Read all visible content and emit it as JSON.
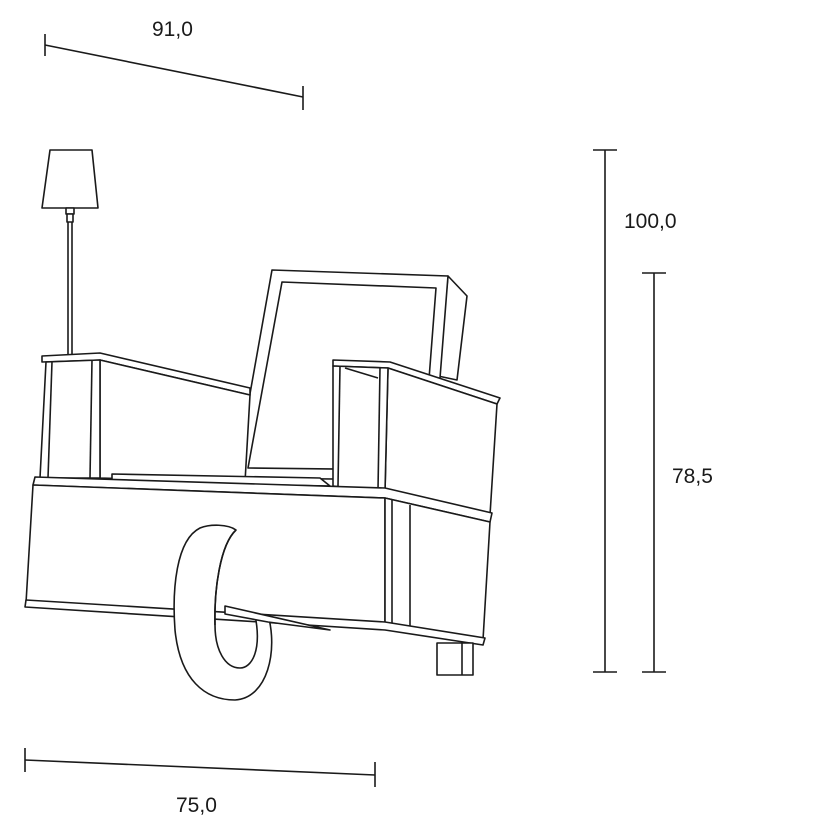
{
  "dimensions": {
    "depth": "91,0",
    "total_height": "100,0",
    "armrest_height": "78,5",
    "width": "75,0"
  },
  "colors": {
    "line": "#1a1a1a",
    "background": "#ffffff"
  }
}
